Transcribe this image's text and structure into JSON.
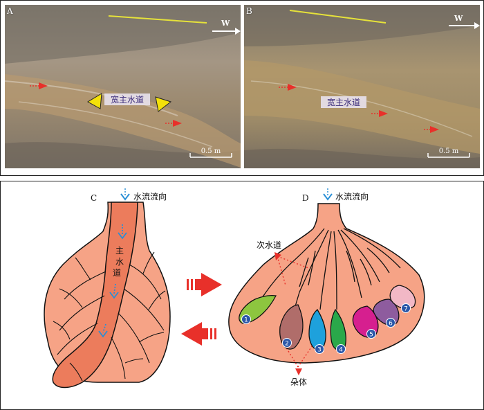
{
  "panels": {
    "a": {
      "letter": "A",
      "direction": "W",
      "channel_label": "宽主水道",
      "scale_label": "0.5 m"
    },
    "b": {
      "letter": "B",
      "direction": "W",
      "channel_label": "宽主水道",
      "scale_label": "0.5 m"
    },
    "c": {
      "letter": "C",
      "flow_label": "水流流向",
      "channel_label": [
        "主",
        "水",
        "道"
      ]
    },
    "d": {
      "letter": "D",
      "flow_label": "水流流向",
      "secondary_channel_label": "次水道",
      "lobe_label": "朵体",
      "lobes": [
        {
          "num": "1",
          "color": "#8dc63f"
        },
        {
          "num": "2",
          "color": "#b06d6a"
        },
        {
          "num": "3",
          "color": "#1ea1dc"
        },
        {
          "num": "4",
          "color": "#2aa84a"
        },
        {
          "num": "5",
          "color": "#d61f8f"
        },
        {
          "num": "6",
          "color": "#8e5c9e"
        },
        {
          "num": "7",
          "color": "#f2b8c6"
        }
      ]
    }
  },
  "colors": {
    "fan": "#f6a386",
    "main_channel": "#ec7c5c",
    "arrow_red": "#e8302a",
    "flow_blue": "#2a8fd6",
    "label_purple": "#3a2a7a",
    "triangle_yellow": "#f4e10a"
  }
}
